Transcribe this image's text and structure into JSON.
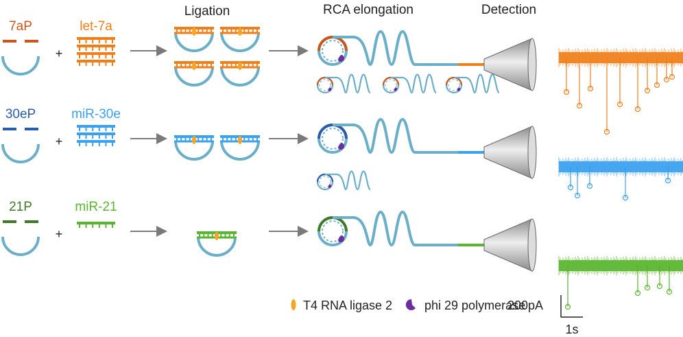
{
  "headers": {
    "ligation": "Ligation",
    "rca": "RCA elongation",
    "detection": "Detection"
  },
  "rows": [
    {
      "probe": "7aP",
      "target": "let-7a",
      "color": "#f07f1a",
      "dark": "#c8561a"
    },
    {
      "probe": "30eP",
      "target": "miR-30e",
      "color": "#3aa0f0",
      "dark": "#2a5ca8"
    },
    {
      "probe": "21P",
      "target": "miR-21",
      "color": "#5ab52e",
      "dark": "#3f7a28"
    }
  ],
  "symbols": {
    "plus": "+"
  },
  "legend": {
    "ligase": "T4 RNA ligase 2",
    "polymerase": "phi 29 polymerase",
    "ligase_color": "#f5a623",
    "polymerase_color": "#6b2fa0"
  },
  "scale_bar": {
    "current": "200pA",
    "time": "1s"
  },
  "colors": {
    "probe_ring": "#6aaec8",
    "arrow": "#7a7a7a",
    "cone_dark": "#8a8a8a",
    "cone_light": "#e6e6e6"
  }
}
